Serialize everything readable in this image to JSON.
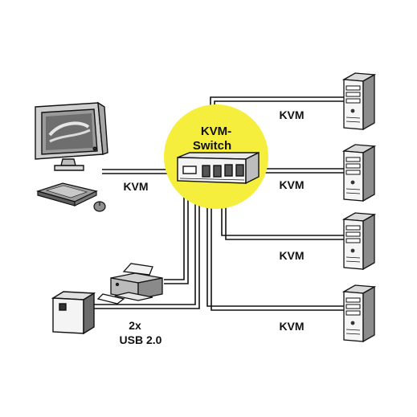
{
  "switch": {
    "title_line1": "KVM-",
    "title_line2": "Switch",
    "highlight_color": "#f6ee3c"
  },
  "labels": {
    "workstation_link": "KVM",
    "pc1_link": "KVM",
    "pc2_link": "KVM",
    "pc3_link": "KVM",
    "pc4_link": "KVM",
    "usb_line1": "2x",
    "usb_line2": "USB 2.0"
  },
  "icons": {
    "workstation": "crt-monitor-icon",
    "keyboard": "keyboard-icon",
    "mouse": "mouse-icon",
    "printer": "printer-icon",
    "usb_drive": "external-drive-icon",
    "computer": "tower-pc-icon"
  }
}
